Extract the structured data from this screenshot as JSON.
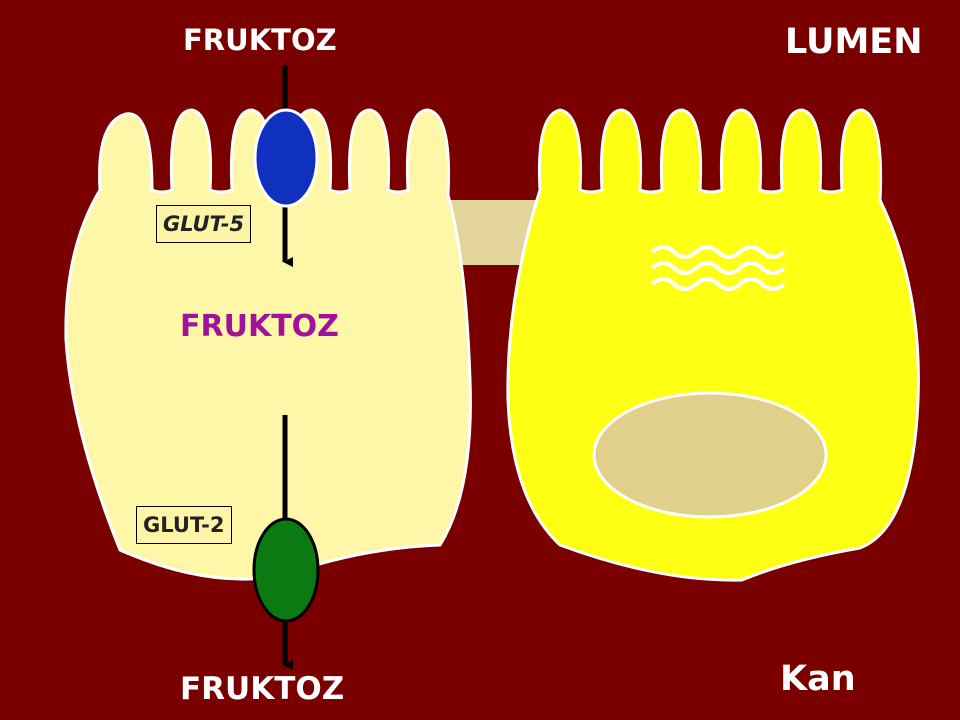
{
  "labels": {
    "top_fructose": "FRUKTOZ",
    "lumen": "LUMEN",
    "glut5": "GLUT-5",
    "cell_fructose": "FRUKTOZ",
    "glut2": "GLUT-2",
    "bottom_fructose": "FRUKTOZ",
    "blood": "Kan"
  },
  "colors": {
    "background": "#7a0000",
    "cell_left": "#fff7a8",
    "cell_right": "#ffff14",
    "junction": "#e2d49a",
    "nucleus": "#e0d08c",
    "glut5_transporter": "#1030c0",
    "glut2_transporter": "#0b7a12",
    "cell_fructose_text": "#a0129a",
    "label_text": "#ffffff"
  }
}
